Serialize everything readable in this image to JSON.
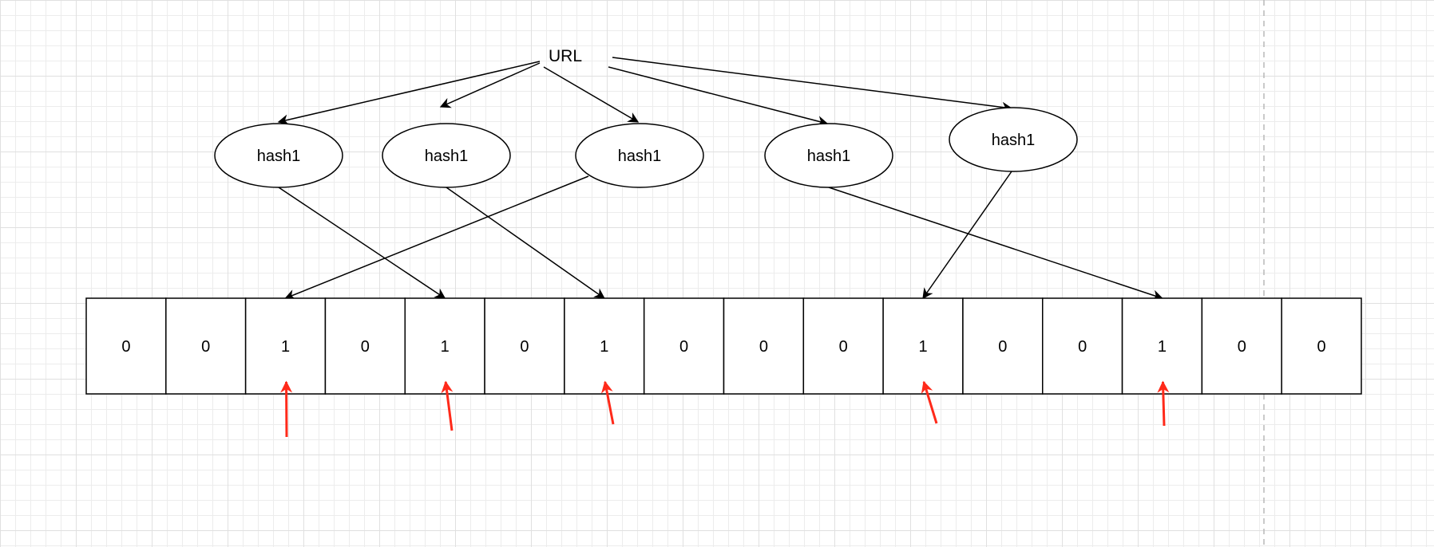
{
  "source": {
    "label": "URL"
  },
  "hash_nodes": [
    {
      "label": "hash1"
    },
    {
      "label": "hash1"
    },
    {
      "label": "hash1"
    },
    {
      "label": "hash1"
    },
    {
      "label": "hash1"
    }
  ],
  "bit_array": [
    "0",
    "0",
    "1",
    "0",
    "1",
    "0",
    "1",
    "0",
    "0",
    "0",
    "1",
    "0",
    "0",
    "1",
    "0",
    "0"
  ],
  "hash_to_bit_index": [
    4,
    6,
    2,
    13,
    10
  ],
  "marked_bit_indices": [
    2,
    4,
    6,
    10,
    13
  ],
  "colors": {
    "stroke": "#000000",
    "marker_arrow": "#ff2a1a",
    "guide_line": "#b8b8b8"
  }
}
